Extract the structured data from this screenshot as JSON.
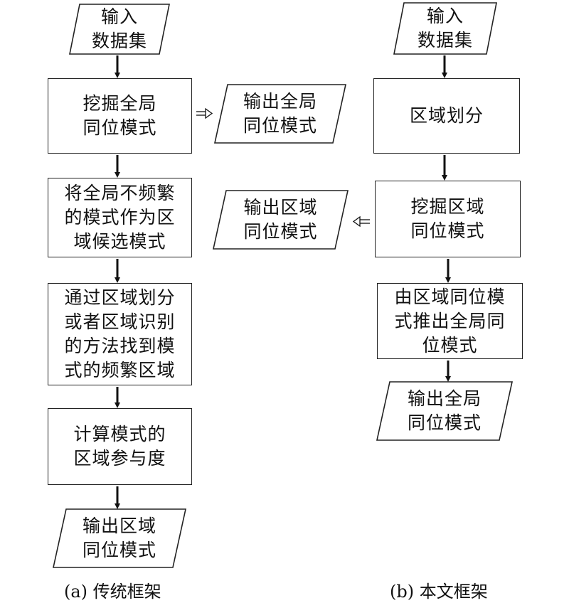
{
  "left": {
    "input": "输入\n数据集",
    "step1": "挖掘全局\n同位模式",
    "side_output": "输出全局\n同位模式",
    "step2": "将全局不频繁\n的模式作为区\n域候选模式",
    "step3": "通过区域划分\n或者区域识别\n的方法找到模\n式的频繁区域",
    "step4": "计算模式的\n区域参与度",
    "output": "输出区域\n同位模式",
    "caption": "(a) 传统框架"
  },
  "right": {
    "input": "输入\n数据集",
    "step1": "区域划分",
    "step2": "挖掘区域\n同位模式",
    "side_output": "输出区域\n同位模式",
    "step3": "由区域同位模\n式推出全局同\n位模式",
    "output": "输出全局\n同位模式",
    "caption": "(b) 本文框架"
  }
}
